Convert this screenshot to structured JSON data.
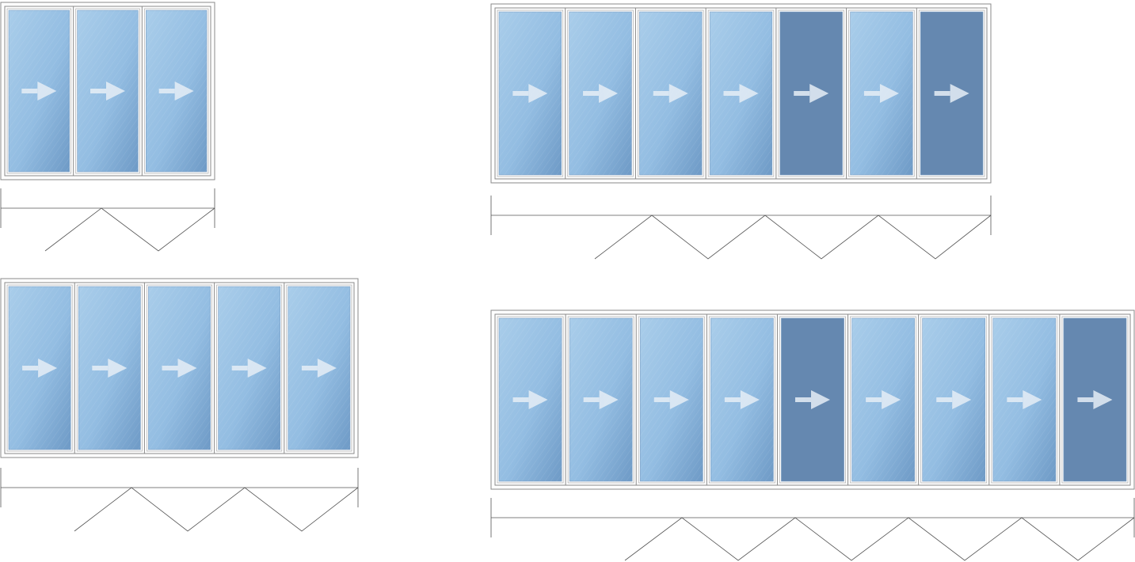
{
  "colors": {
    "frame_stroke": "#8a8a8a",
    "frame_fill": "#ffffff",
    "glass_light_top": "#a9cdea",
    "glass_light_mid": "#93bde2",
    "glass_light_bottom": "#6e9ac6",
    "glass_dark": "#6588b0",
    "arrow": "#e6eef6",
    "plan_line": "#555555"
  },
  "door_sets": [
    {
      "id": "door-set-3-panel",
      "panel_count": 3,
      "panels": [
        {
          "tint": "light",
          "arrow_icon": "arrow-right-icon"
        },
        {
          "tint": "light",
          "arrow_icon": "arrow-right-icon"
        },
        {
          "tint": "light",
          "arrow_icon": "arrow-right-icon"
        }
      ]
    },
    {
      "id": "door-set-7-panel",
      "panel_count": 7,
      "panels": [
        {
          "tint": "light",
          "arrow_icon": "arrow-right-icon"
        },
        {
          "tint": "light",
          "arrow_icon": "arrow-right-icon"
        },
        {
          "tint": "light",
          "arrow_icon": "arrow-right-icon"
        },
        {
          "tint": "light",
          "arrow_icon": "arrow-right-icon"
        },
        {
          "tint": "dark",
          "arrow_icon": "arrow-right-icon"
        },
        {
          "tint": "light",
          "arrow_icon": "arrow-right-icon"
        },
        {
          "tint": "dark",
          "arrow_icon": "arrow-right-icon"
        }
      ]
    },
    {
      "id": "door-set-5-panel",
      "panel_count": 5,
      "panels": [
        {
          "tint": "light",
          "arrow_icon": "arrow-right-icon"
        },
        {
          "tint": "light",
          "arrow_icon": "arrow-right-icon"
        },
        {
          "tint": "light",
          "arrow_icon": "arrow-right-icon"
        },
        {
          "tint": "light",
          "arrow_icon": "arrow-right-icon"
        },
        {
          "tint": "light",
          "arrow_icon": "arrow-right-icon"
        }
      ]
    },
    {
      "id": "door-set-9-panel",
      "panel_count": 9,
      "panels": [
        {
          "tint": "light",
          "arrow_icon": "arrow-right-icon"
        },
        {
          "tint": "light",
          "arrow_icon": "arrow-right-icon"
        },
        {
          "tint": "light",
          "arrow_icon": "arrow-right-icon"
        },
        {
          "tint": "light",
          "arrow_icon": "arrow-right-icon"
        },
        {
          "tint": "dark",
          "arrow_icon": "arrow-right-icon"
        },
        {
          "tint": "light",
          "arrow_icon": "arrow-right-icon"
        },
        {
          "tint": "light",
          "arrow_icon": "arrow-right-icon"
        },
        {
          "tint": "light",
          "arrow_icon": "arrow-right-icon"
        },
        {
          "tint": "dark",
          "arrow_icon": "arrow-right-icon"
        }
      ]
    }
  ]
}
